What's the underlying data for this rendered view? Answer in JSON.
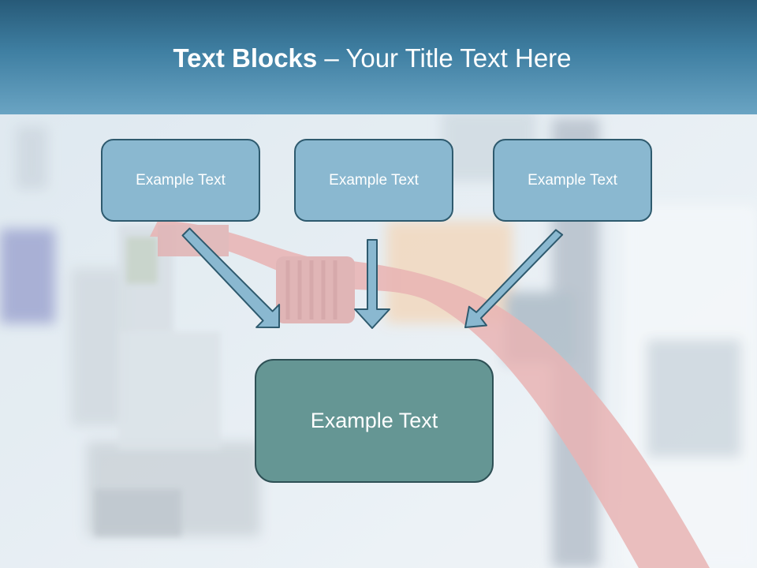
{
  "title": {
    "bold": "Text Blocks",
    "separator": " – ",
    "rest": "Your Title Text Here"
  },
  "diagram": {
    "top_boxes": [
      {
        "label": "Example Text"
      },
      {
        "label": "Example Text"
      },
      {
        "label": "Example Text"
      }
    ],
    "bottom_box": {
      "label": "Example Text"
    }
  },
  "colors": {
    "header_dark": "#275a78",
    "header_light": "#6aa4c3",
    "top_box_fill": "#8ab8d0",
    "bottom_box_fill": "#659694",
    "arrow_fill": "#8ab8d0",
    "outline": "#2e5a6e"
  }
}
